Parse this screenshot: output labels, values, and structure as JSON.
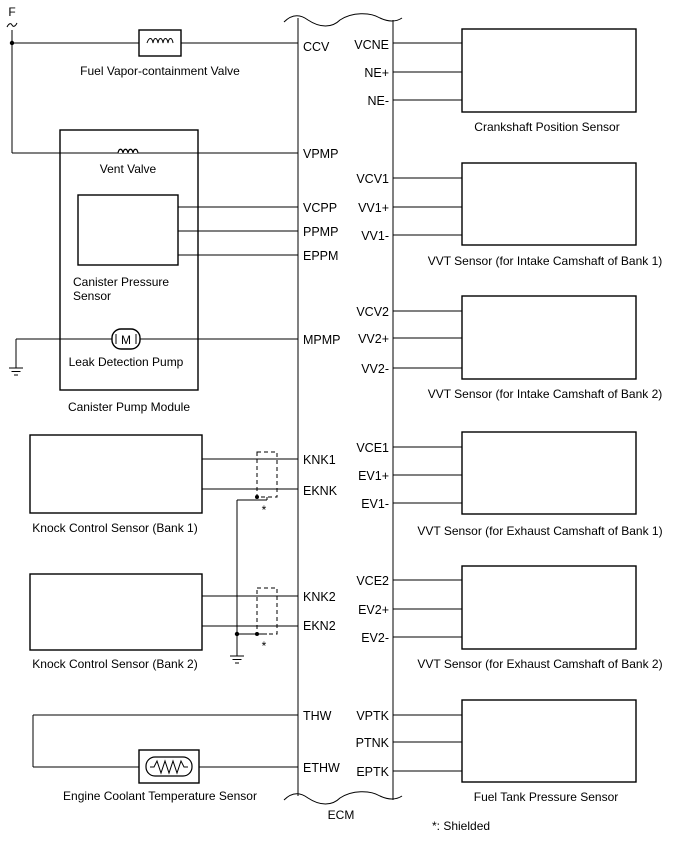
{
  "ecm": {
    "label": "ECM"
  },
  "power_label": "F",
  "left_pins": {
    "ccv": "CCV",
    "vpmp": "VPMP",
    "vcpp": "VCPP",
    "ppmp": "PPMP",
    "eppm": "EPPM",
    "mpmp": "MPMP",
    "knk1": "KNK1",
    "eknk": "EKNK",
    "knk2": "KNK2",
    "ekn2": "EKN2",
    "thw": "THW",
    "ethw": "ETHW"
  },
  "right_pins": {
    "vcne": "VCNE",
    "ne_plus": "NE+",
    "ne_minus": "NE-",
    "vcv1": "VCV1",
    "vv1_plus": "VV1+",
    "vv1_minus": "VV1-",
    "vcv2": "VCV2",
    "vv2_plus": "VV2+",
    "vv2_minus": "VV2-",
    "vce1": "VCE1",
    "ev1_plus": "EV1+",
    "ev1_minus": "EV1-",
    "vce2": "VCE2",
    "ev2_plus": "EV2+",
    "ev2_minus": "EV2-",
    "vptk": "VPTK",
    "ptnk": "PTNK",
    "eptk": "EPTK"
  },
  "components": {
    "fuel_vapor_valve": "Fuel Vapor-containment Valve",
    "vent_valve": "Vent Valve",
    "canister_pressure_sensor_line1": "Canister Pressure",
    "canister_pressure_sensor_line2": "Sensor",
    "leak_detection_pump": "Leak Detection Pump",
    "pump_motor_symbol": "M",
    "canister_pump_module": "Canister Pump Module",
    "knock_sensor_bank1": "Knock Control Sensor (Bank 1)",
    "knock_sensor_bank2": "Knock Control Sensor (Bank 2)",
    "coolant_temp_sensor": "Engine Coolant Temperature Sensor",
    "crankshaft_sensor": "Crankshaft Position Sensor",
    "vvt_intake_bank1": "VVT Sensor (for Intake Camshaft of Bank 1)",
    "vvt_intake_bank2": "VVT Sensor (for Intake Camshaft of Bank 2)",
    "vvt_exhaust_bank1": "VVT Sensor (for Exhaust Camshaft of Bank 1)",
    "vvt_exhaust_bank2": "VVT Sensor (for Exhaust Camshaft of Bank 2)",
    "fuel_tank_pressure_sensor": "Fuel Tank Pressure Sensor"
  },
  "shield_mark_1": "*",
  "shield_mark_2": "*",
  "footnote": "*: Shielded"
}
